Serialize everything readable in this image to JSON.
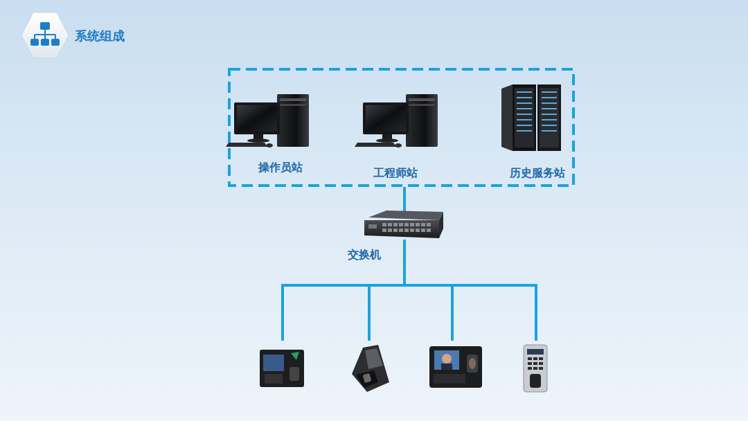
{
  "diagram": {
    "title": "系统组成",
    "nodes": [
      {
        "text": [
          "操作员站"
        ]
      },
      {
        "text": [
          "工程师站"
        ]
      },
      {
        "text": [
          "历史服务站"
        ]
      },
      {
        "text": [
          "交换机"
        ]
      }
    ]
  }
}
